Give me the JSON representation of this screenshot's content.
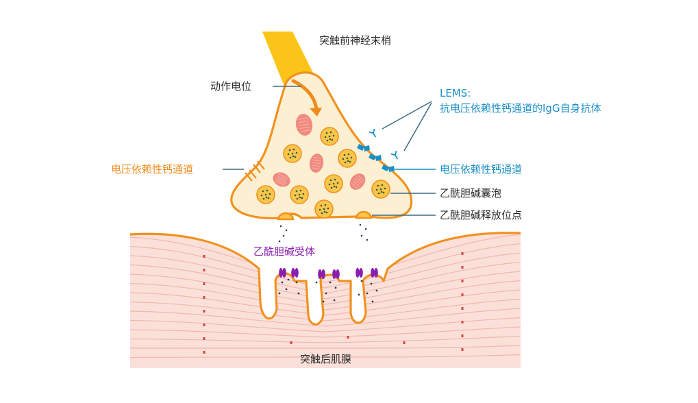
{
  "labels": {
    "presynaptic_terminal": "突触前神经末梢",
    "action_potential": "动作电位",
    "lems_title": "LEMS:",
    "lems_desc": "抗电压依赖性钙通道的IgG自身抗体",
    "vgcc_left": "电压依赖性钙通道",
    "vgcc_right": "电压依赖性钙通道",
    "ach_vesicle": "乙酰胆碱囊泡",
    "ach_release_site": "乙酰胆碱释放位点",
    "ach_receptor": "乙酰胆碱受体",
    "postsynaptic_membrane": "突触后肌膜"
  },
  "colors": {
    "axon": "#fcc419",
    "terminal_fill": "#fdf0d2",
    "terminal_outline": "#f2911f",
    "vesicle_fill": "#f9c54b",
    "vesicle_dot": "#2d5a3e",
    "mitochondria": "#f08a7e",
    "muscle_fill": "#fbe0da",
    "muscle_lines": "#f1b7ac",
    "muscle_marks": "#d9453d",
    "lems_blue": "#1a8fc8",
    "receptor_purple": "#8a1fb0",
    "leader_gray": "#3b6b80"
  }
}
